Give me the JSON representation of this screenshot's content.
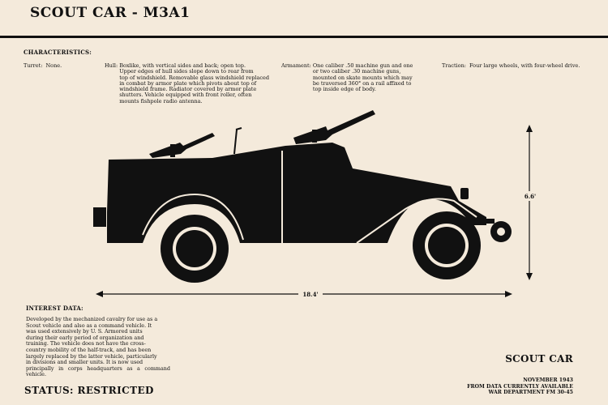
{
  "header": {
    "title": "SCOUT CAR - M3A1"
  },
  "characteristics": {
    "heading": "CHARACTERISTICS:",
    "turret": {
      "label": "Turret:",
      "text": "None."
    },
    "hull": {
      "label": "Hull:",
      "lines": [
        "Boxlike, with vertical sides and back; open top.",
        "Upper edges of hull sides slope down to rear from",
        "top of windshield. Removable glass windshield replaced",
        "in combat by armor plate which pivots about top of",
        "windshield frame. Radiator covered by armor plate",
        "shutters. Vehicle equipped with front roller, often",
        "mounts fishpole radio antenna."
      ]
    },
    "armament": {
      "label": "Armament:",
      "lines": [
        "One caliber .50 machine gun and one",
        "or two caliber .30 machine guns,",
        "mounted on skate mounts which may",
        "be traversed 360° on a rail affixed to",
        "top inside edge of body."
      ]
    },
    "traction": {
      "label": "Traction:",
      "text": "Four large wheels, with four-wheel drive."
    }
  },
  "dimensions": {
    "height": "6.6'",
    "length": "18.4'"
  },
  "interest": {
    "heading": "INTEREST DATA:",
    "lines": [
      "Developed by the mechanized cavalry for use as a",
      "Scout vehicle and also as a command vehicle. It",
      "was used extensively by U. S. Armored units",
      "during their early period of organization and",
      "training. The vehicle does not have the cross-",
      "country mobility of the half-track, and has been",
      "largely replaced by the latter vehicle, particularly",
      "in divisions and smaller units. It is now used",
      "principally in corps headquarters as a command vehicle."
    ]
  },
  "status": "STATUS: RESTRICTED",
  "vehicle_name": "SCOUT CAR",
  "footnote": {
    "line1": "NOVEMBER 1943",
    "line2": "FROM DATA CURRENTLY AVAILABLE",
    "line3": "WAR DEPARTMENT FM 30-45"
  },
  "colors": {
    "background": "#f4eadb",
    "ink": "#111111"
  }
}
